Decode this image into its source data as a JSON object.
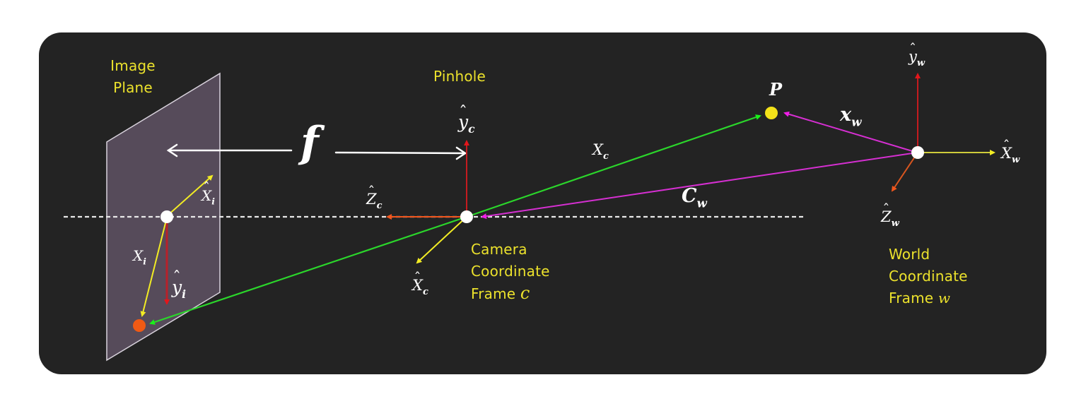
{
  "diagram": {
    "title": "Pinhole camera model: image, camera and world coordinate frames",
    "colors": {
      "background": "#232323",
      "page": "#ffffff",
      "caption_text": "#ece22c",
      "math_text": "#ffffff",
      "image_plane_fill": "#564b5a",
      "image_plane_edge": "#d8d2dc",
      "axis_y": "#e3161b",
      "axis_z": "#f2561d",
      "axis_x": "#f2ec24",
      "ray_camera": "#2bd62b",
      "ray_world": "#d62fd2",
      "point_P": "#f3e219",
      "projected_point": "#f05a14",
      "origin": "#ffffff",
      "dashed_axis": "#e8e8e8",
      "focal_arrow": "#ffffff"
    },
    "captions": {
      "image_plane": [
        "Image",
        "Plane"
      ],
      "pinhole": "Pinhole",
      "camera_frame": [
        "Camera",
        "Coordinate",
        "Frame"
      ],
      "camera_frame_symbol": "c",
      "world_frame": [
        "World",
        "Coordinate",
        "Frame"
      ],
      "world_frame_symbol": "w"
    },
    "math_labels": {
      "focal_length": "f",
      "point": "P",
      "x_c": {
        "base": "X",
        "sub": "c"
      },
      "c_w": {
        "base": "C",
        "sub": "w"
      },
      "x_w": {
        "base": "x",
        "sub": "w"
      },
      "x_i": {
        "base": "X",
        "sub": "i"
      },
      "xhat_i": {
        "base": "X",
        "sub": "i"
      },
      "yhat_i": {
        "base": "y",
        "sub": "i"
      },
      "yhat_c": {
        "base": "y",
        "sub": "c"
      },
      "zhat_c": {
        "base": "Z",
        "sub": "c"
      },
      "xhat_c": {
        "base": "X",
        "sub": "c"
      },
      "yhat_w": {
        "base": "y",
        "sub": "w"
      },
      "xhat_w": {
        "base": "X",
        "sub": "w"
      },
      "zhat_w": {
        "base": "Z",
        "sub": "w"
      }
    }
  }
}
